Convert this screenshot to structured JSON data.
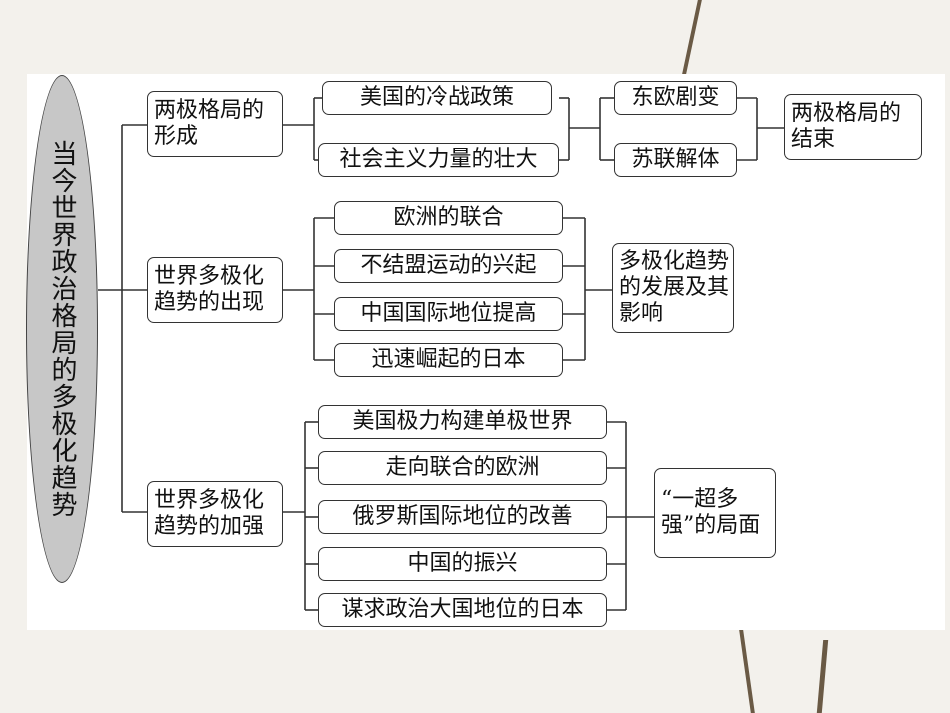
{
  "root": "当今世界政治格局的多极化趋势",
  "level1": {
    "bipolar": "两极格局的形成",
    "multipolar_emerge": "世界多极化趋势的出现",
    "multipolar_strengthen": "世界多极化趋势的加强"
  },
  "bipolar_causes": [
    "美国的冷战政策",
    "社会主义力量的壮大"
  ],
  "bipolar_events": [
    "东欧剧变",
    "苏联解体"
  ],
  "bipolar_end": "两极格局的结束",
  "emerge_items": [
    "欧洲的联合",
    "不结盟运动的兴起",
    "中国国际地位提高",
    "迅速崛起的日本"
  ],
  "emerge_result": "多极化趋势的发展及其影响",
  "strengthen_items": [
    "美国极力构建单极世界",
    "走向联合的欧洲",
    "俄罗斯国际地位的改善",
    "中国的振兴",
    "谋求政治大国地位的日本"
  ],
  "strengthen_result": "“一超多强”的局面",
  "colors": {
    "root_fill": "#c7c7c7",
    "line": "#333333",
    "branch_decor": "#6a5a45"
  }
}
